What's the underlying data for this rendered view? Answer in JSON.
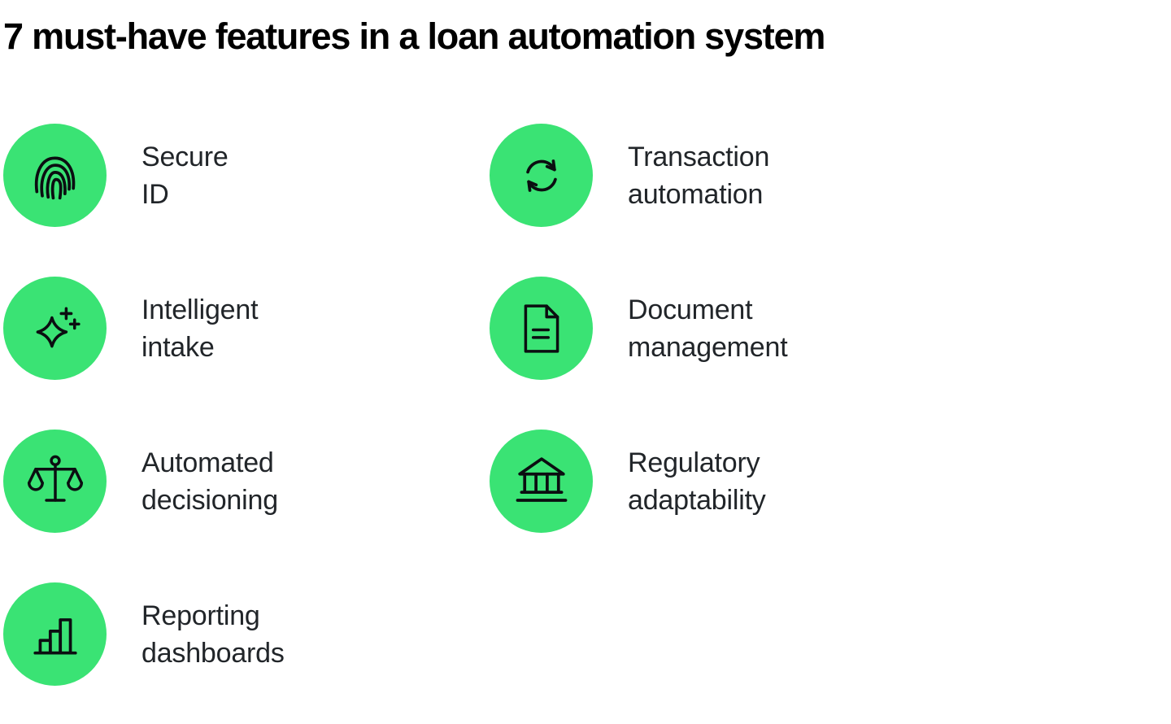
{
  "title": "7 must-have features in a loan automation system",
  "colors": {
    "accent_green": "#3ae374",
    "icon_stroke": "#0b0e11",
    "label_text": "#212529",
    "title_text": "#000000",
    "background": "#ffffff"
  },
  "features": [
    {
      "label": "Secure ID",
      "icon": "fingerprint-icon"
    },
    {
      "label": "Transaction\nautomation",
      "icon": "sync-arrows-icon"
    },
    {
      "label": "Intelligent intake",
      "icon": "sparkle-icon"
    },
    {
      "label": "Document\nmanagement",
      "icon": "document-icon"
    },
    {
      "label": "Automated\ndecisioning",
      "icon": "scales-icon"
    },
    {
      "label": "Regulatory\nadaptability",
      "icon": "bank-icon"
    },
    {
      "label": "Reporting\ndashboards",
      "icon": "bar-chart-icon"
    }
  ]
}
